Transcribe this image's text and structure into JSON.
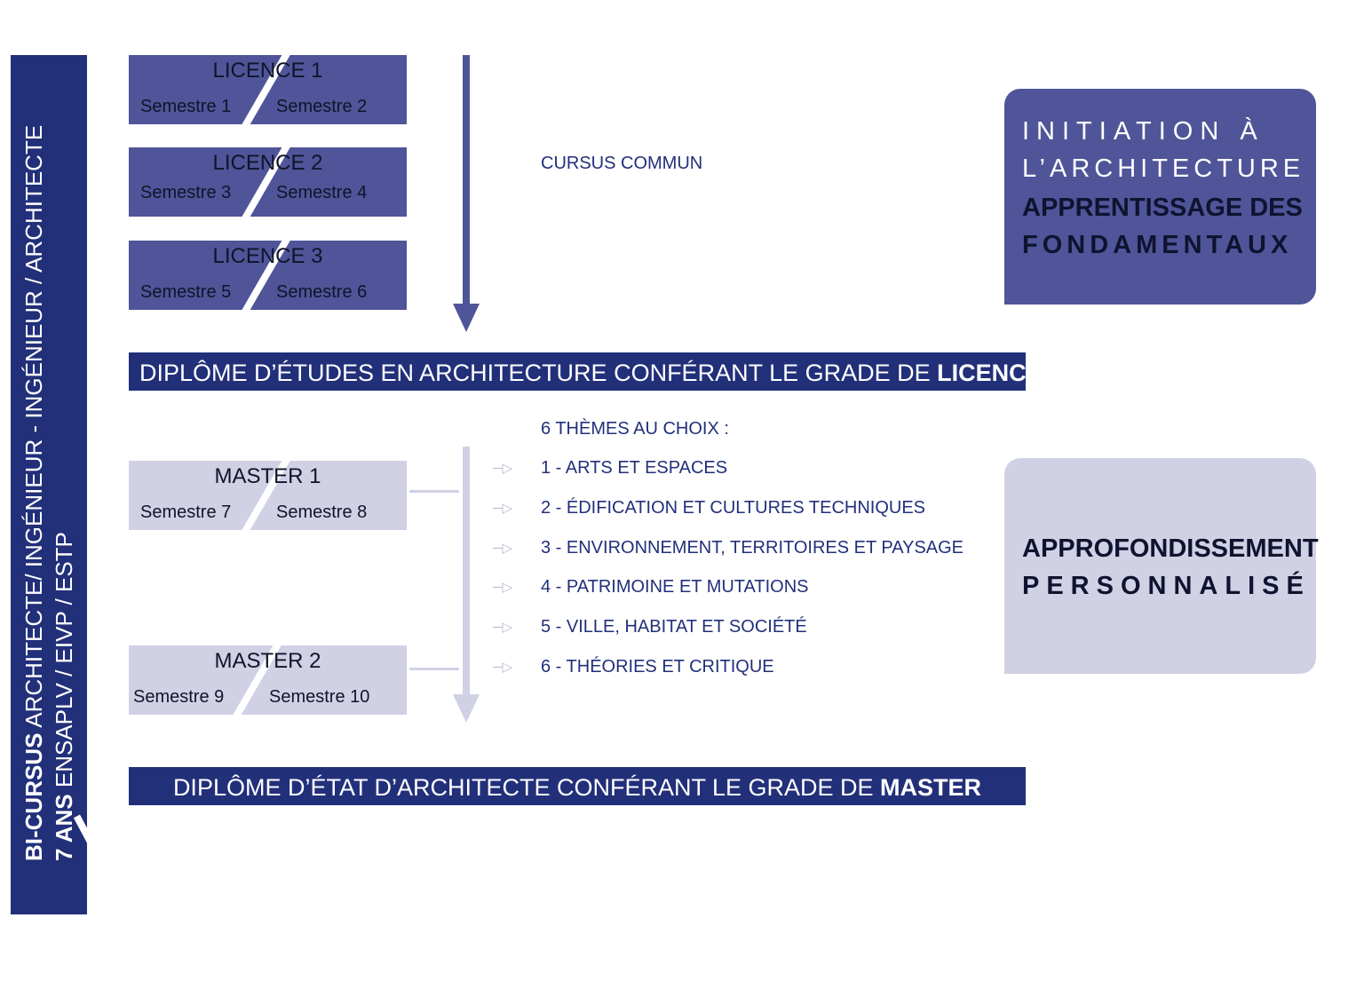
{
  "side_banner": {
    "line1_bold": "BI-CURSUS",
    "line1_rest": " ARCHITECTE/ INGÉNIEUR  -  INGÉNIEUR / ARCHITECTE",
    "line2_bold": "7 ANS",
    "line2_rest": " ENSAPLV / EIVP / ESTP"
  },
  "licence": [
    {
      "title": "LICENCE 1",
      "sem_a": "Semestre 1",
      "sem_b": "Semestre 2"
    },
    {
      "title": "LICENCE 2",
      "sem_a": "Semestre 3",
      "sem_b": "Semestre 4"
    },
    {
      "title": "LICENCE 3",
      "sem_a": "Semestre 5",
      "sem_b": "Semestre 6"
    }
  ],
  "master": [
    {
      "title": "MASTER 1",
      "sem_a": "Semestre 7",
      "sem_b": "Semestre 8"
    },
    {
      "title": "MASTER 2",
      "sem_a": "Semestre 9",
      "sem_b": "Semestre 10"
    }
  ],
  "cursus_commun": "CURSUS COMMUN",
  "diploma_licence": {
    "text": "DIPLÔME D’ÉTUDES EN ARCHITECTURE CONFÉRANT LE GRADE DE ",
    "bold": "LICENCE"
  },
  "diploma_master": {
    "text": "DIPLÔME D’ÉTAT D’ARCHITECTE CONFÉRANT LE GRADE DE ",
    "bold": "MASTER"
  },
  "themes_title": "6 THÈMES AU CHOIX :",
  "themes": [
    "1 - ARTS ET ESPACES",
    "2 - ÉDIFICATION ET CULTURES TECHNIQUES",
    "3 - ENVIRONNEMENT, TERRITOIRES ET PAYSAGE",
    "4 - PATRIMOINE ET MUTATIONS",
    "5 - VILLE, HABITAT ET SOCIÉTÉ",
    "6 - THÉORIES ET CRITIQUE"
  ],
  "initiation": {
    "line1": "INITIATION À",
    "line2": "L’ARCHITECTURE :",
    "line3": "APPRENTISSAGE DES",
    "line4": "FONDAMENTAUX"
  },
  "approfondissement": {
    "line1": "APPROFONDISSEMENT",
    "line2": "PERSONNALISÉ"
  },
  "colors": {
    "navy": "#22307a",
    "indigo": "#4f5598",
    "lavender": "#d1d1e5"
  }
}
